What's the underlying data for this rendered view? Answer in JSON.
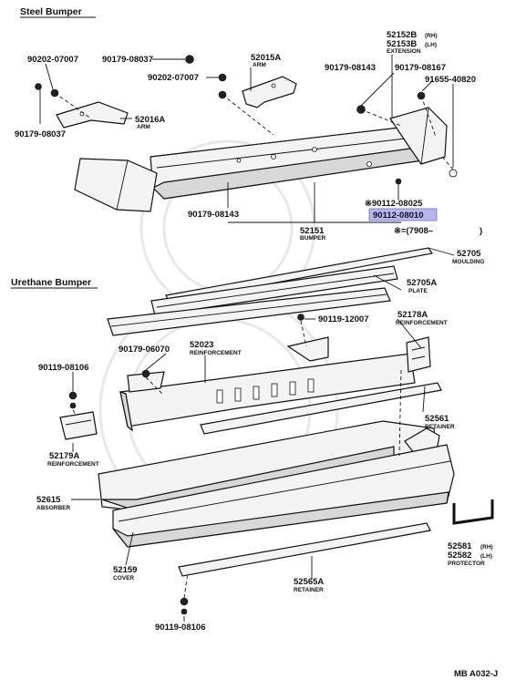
{
  "sections": {
    "steel": "Steel Bumper",
    "urethane": "Urethane Bumper"
  },
  "highlight_color": "#b7b7f0",
  "parts": {
    "p90202_top": "90202-07007",
    "p90179_top": "90179-08037",
    "p52015A": "52015A",
    "p52015A_sub": "ARM",
    "p52152B": "52152B",
    "p52152B_tag": "(RH)",
    "p52153B": "52153B",
    "p52153B_tag": "(LH)",
    "ext_sub": "EXTENSION",
    "p90202_mid": "90202-07007",
    "p90179_08143_r": "90179-08143",
    "p90179_08167": "90179-08167",
    "p91655": "91655-40820",
    "p52016A": "52016A",
    "p52016A_sub": "ARM",
    "p90179_left": "90179-08037",
    "p90179_08143_l": "90179-08143",
    "p52151": "52151",
    "p52151_sub": "BUMPER",
    "p90112_a": "※90112-08025",
    "p90112_b": "90112-08010",
    "note": "※=(7908–",
    "note_end": ")",
    "p52705": "52705",
    "p52705_sub": "MOULDING",
    "p52705A": "52705A",
    "p52705A_sub": "PLATE",
    "p90119_12007": "90119-12007",
    "p52178A": "52178A",
    "p52178A_sub": "REINFORCEMENT",
    "p90179_06070": "90179-06070",
    "p52023": "52023",
    "p52023_sub": "REINFORCEMENT",
    "p90119_08106_top": "90119-08106",
    "p52561": "52561",
    "p52561_sub": "RETAINER",
    "p52179A": "52179A",
    "p52179A_sub": "REINFORCEMENT",
    "p52615": "52615",
    "p52615_sub": "ABSORBER",
    "p52581": "52581",
    "p52581_tag": "(RH)",
    "p52582": "52582",
    "p52582_tag": "(LH)",
    "protector_sub": "PROTECTOR",
    "p52159": "52159",
    "p52159_sub": "COVER",
    "p52565A": "52565A",
    "p52565A_sub": "RETAINER",
    "p90119_08106_bot": "90119-08106"
  },
  "figure_code": "MB A032-J"
}
